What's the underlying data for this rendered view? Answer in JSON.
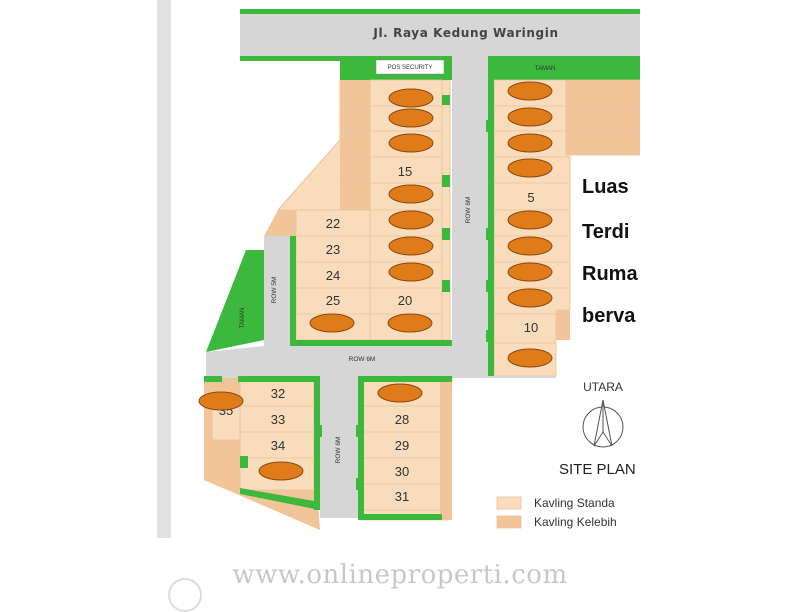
{
  "map": {
    "road_name": "Jl. Raya Kedung Waringin",
    "security_post": "POS SECURITY",
    "park_label": "TAMAN",
    "row_6m": "ROW 6M",
    "row_5m": "ROW 5M",
    "lots": {
      "l5": "5",
      "l10": "10",
      "l15": "15",
      "l20": "20",
      "l22": "22",
      "l23": "23",
      "l24": "24",
      "l25": "25",
      "l28": "28",
      "l29": "29",
      "l30": "30",
      "l31": "31",
      "l32": "32",
      "l33": "33",
      "l34": "34",
      "l35": "35"
    },
    "info_lines": [
      "Luas",
      "Terdi",
      "Ruma",
      "berva"
    ],
    "north_label": "UTARA",
    "site_plan_title": "SITE PLAN",
    "legend": [
      {
        "label": "Kavling Standa",
        "color": "#f9dcbc"
      },
      {
        "label": "Kavling Kelebih",
        "color": "#f2c49a"
      }
    ],
    "colors": {
      "road": "#d6d6d6",
      "green": "#3cb83c",
      "lot_standard": "#f9dcbc",
      "lot_excess": "#f2c49a",
      "sold_marker": "#e07b1a"
    }
  },
  "footer": {
    "watermark": "www.onlineproperti.com"
  }
}
